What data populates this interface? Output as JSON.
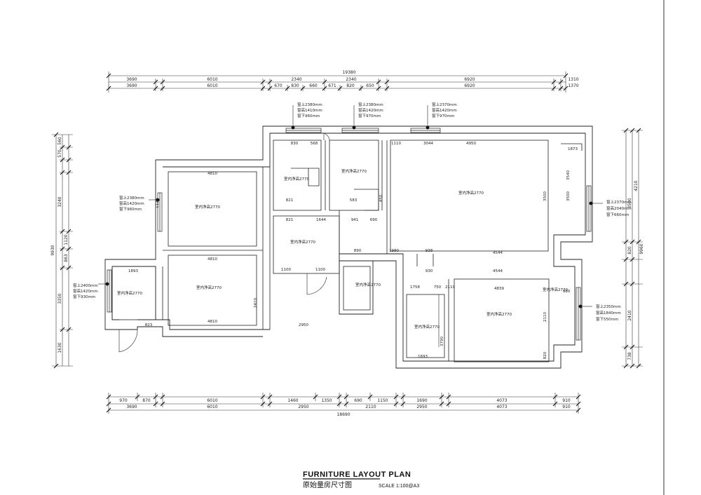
{
  "title": {
    "english": "FURNITURE LAYOUT PLAN",
    "chinese": "原始量房尺寸图",
    "scale": "SCALE  1:100@A3"
  },
  "dimensions": {
    "top_overall": "19380",
    "top_row1": [
      "3690",
      "6010",
      "2340",
      "2340",
      "6920",
      "1310"
    ],
    "top_row2": [
      "3690",
      "6010",
      "670",
      "830",
      "660",
      "671",
      "820",
      "650",
      "6920",
      "1370"
    ],
    "bottom_row1": [
      "970",
      "870",
      "6010",
      "1460",
      "1350",
      "690",
      "1150",
      "1690",
      "4073",
      "910"
    ],
    "bottom_row2": [
      "3690",
      "6010",
      "2950",
      "2110",
      "2950",
      "4073",
      "910"
    ],
    "bottom_overall": "18690",
    "left_overall": "9930",
    "left_segments": [
      "560",
      "570",
      "3240",
      "1120",
      "863",
      "3350",
      "1630"
    ],
    "right_overall": "9960",
    "right_segments": [
      "4210",
      "3500",
      "820",
      "2410",
      "738"
    ]
  },
  "window_notes": [
    {
      "lines": [
        "窗上2380mm",
        "窗高1410mm",
        "窗下960mm"
      ]
    },
    {
      "lines": [
        "窗上2380mm",
        "窗高1420mm",
        "窗下970mm"
      ]
    },
    {
      "lines": [
        "窗上2370mm",
        "窗高1420mm",
        "窗下970mm"
      ]
    },
    {
      "lines": [
        "窗上2380mm",
        "窗高1420mm",
        "窗下960mm"
      ]
    },
    {
      "lines": [
        "窗上2370mm",
        "窗高2040mm",
        "窗下660mm"
      ]
    },
    {
      "lines": [
        "窗上2400mm",
        "窗高1420mm",
        "窗下930mm"
      ]
    },
    {
      "lines": [
        "窗上2350mm",
        "窗高1840mm",
        "窗下550mm"
      ]
    }
  ],
  "room_labels": [
    "室内净高2770",
    "室内净高2770",
    "室内净高2770",
    "室内净高2770",
    "室内净高2770",
    "室内净高2770",
    "室内净高2770",
    "室内净高2770",
    "室内净高2770",
    "室内净高2770",
    "室内净高2770"
  ],
  "inner_dims": [
    "4810",
    "4810",
    "4810",
    "4950",
    "4544",
    "4544",
    "4839",
    "3500",
    "3500",
    "1100",
    "1100",
    "890",
    "1980",
    "938",
    "930",
    "821",
    "821",
    "1644",
    "941",
    "690",
    "583",
    "830",
    "568",
    "1693",
    "1758",
    "750",
    "2110",
    "2110",
    "3790",
    "2410",
    "820",
    "1110",
    "3044",
    "1873",
    "3540",
    "1120",
    "2950",
    "1893",
    "823",
    "450",
    "980"
  ]
}
